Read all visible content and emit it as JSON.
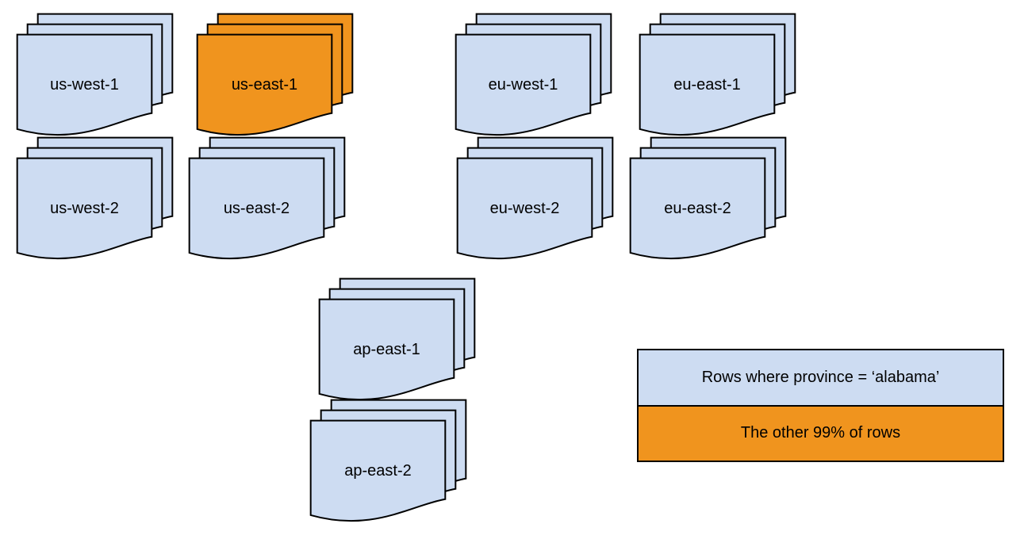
{
  "diagram": {
    "stacks": [
      {
        "id": "us-west-1",
        "label": "us-west-1",
        "highlighted": false
      },
      {
        "id": "us-east-1",
        "label": "us-east-1",
        "highlighted": true
      },
      {
        "id": "eu-west-1",
        "label": "eu-west-1",
        "highlighted": false
      },
      {
        "id": "eu-east-1",
        "label": "eu-east-1",
        "highlighted": false
      },
      {
        "id": "us-west-2",
        "label": "us-west-2",
        "highlighted": false
      },
      {
        "id": "us-east-2",
        "label": "us-east-2",
        "highlighted": false
      },
      {
        "id": "eu-west-2",
        "label": "eu-west-2",
        "highlighted": false
      },
      {
        "id": "eu-east-2",
        "label": "eu-east-2",
        "highlighted": false
      },
      {
        "id": "ap-east-1",
        "label": "ap-east-1",
        "highlighted": false
      },
      {
        "id": "ap-east-2",
        "label": "ap-east-2",
        "highlighted": false
      }
    ]
  },
  "legend": {
    "items": [
      {
        "label": "Rows where province = ‘alabama’",
        "color": "#cddcf2"
      },
      {
        "label": "The other 99% of rows",
        "color": "#f0941e"
      }
    ]
  },
  "colors": {
    "doc_blue": "#cddcf2",
    "doc_orange": "#f0941e",
    "stroke": "#000000",
    "background": "#ffffff"
  }
}
